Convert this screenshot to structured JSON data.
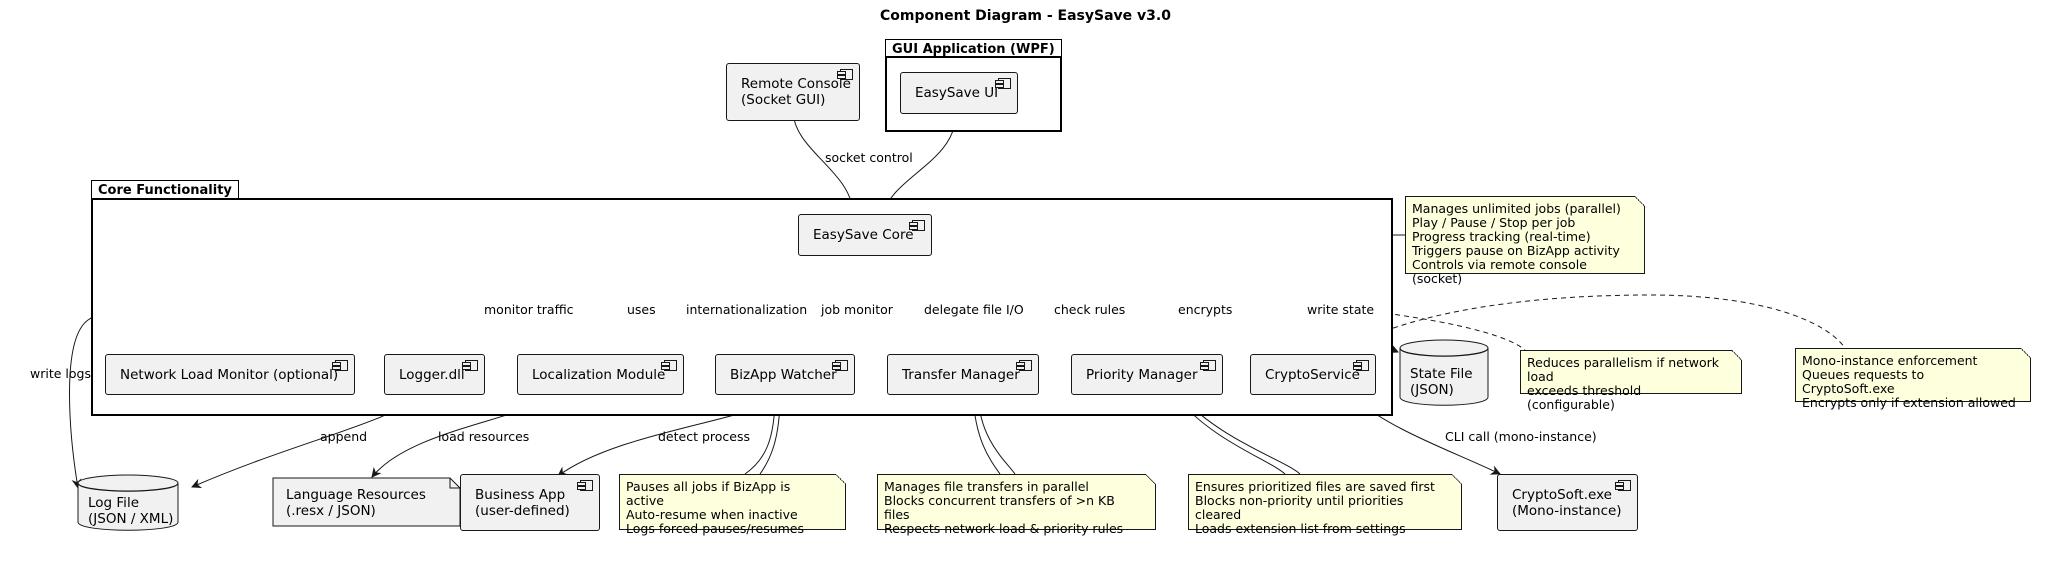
{
  "title": "Component Diagram - EasySave v3.0",
  "packages": {
    "gui": "GUI Application (WPF)",
    "core": "Core Functionality"
  },
  "components": {
    "remote_console": "Remote Console\n(Socket GUI)",
    "easysave_ui": "EasySave UI",
    "easysave_core": "EasySave Core",
    "network_monitor": "Network Load Monitor (optional)",
    "logger": "Logger.dll",
    "localization": "Localization Module",
    "bizapp_watcher": "BizApp Watcher",
    "transfer_manager": "Transfer Manager",
    "priority_manager": "Priority Manager",
    "crypto_service": "CryptoService",
    "business_app": "Business App\n(user-defined)",
    "cryptosoft": "CryptoSoft.exe\n(Mono-instance)"
  },
  "databases": {
    "log_file": "Log File\n(JSON / XML)",
    "state_file": "State File\n(JSON)"
  },
  "files": {
    "language_resources": "Language Resources\n(.resx / JSON)"
  },
  "edges": {
    "socket_control": "socket control",
    "monitor_traffic": "monitor traffic",
    "uses": "uses",
    "internationalization": "internationalization",
    "job_monitor": "job monitor",
    "delegate_file_io": "delegate file I/O",
    "check_rules": "check rules",
    "encrypts": "encrypts",
    "write_state": "write state",
    "write_logs": "write logs",
    "append": "append",
    "load_resources": "load resources",
    "detect_process": "detect process",
    "cli_call": "CLI call (mono-instance)"
  },
  "notes": {
    "core_note": "Manages unlimited jobs (parallel)\nPlay / Pause / Stop per job\nProgress tracking (real-time)\nTriggers pause on BizApp activity\nControls via remote console (socket)",
    "network_note": "Reduces parallelism if network load\nexceeds threshold (configurable)",
    "crypto_note": "Mono-instance enforcement\nQueues requests to CryptoSoft.exe\nEncrypts only if extension allowed",
    "bizapp_note": "Pauses all jobs if BizApp is active\nAuto-resume when inactive\nLogs forced pauses/resumes",
    "transfer_note": "Manages file transfers in parallel\nBlocks concurrent transfers of >n KB files\nRespects network load & priority rules",
    "priority_note": "Ensures prioritized files are saved first\nBlocks non-priority until priorities cleared\nLoads extension list from settings"
  },
  "colors": {
    "component_fill": "#f1f1f1",
    "note_fill": "#feffdd",
    "line": "#181818"
  }
}
